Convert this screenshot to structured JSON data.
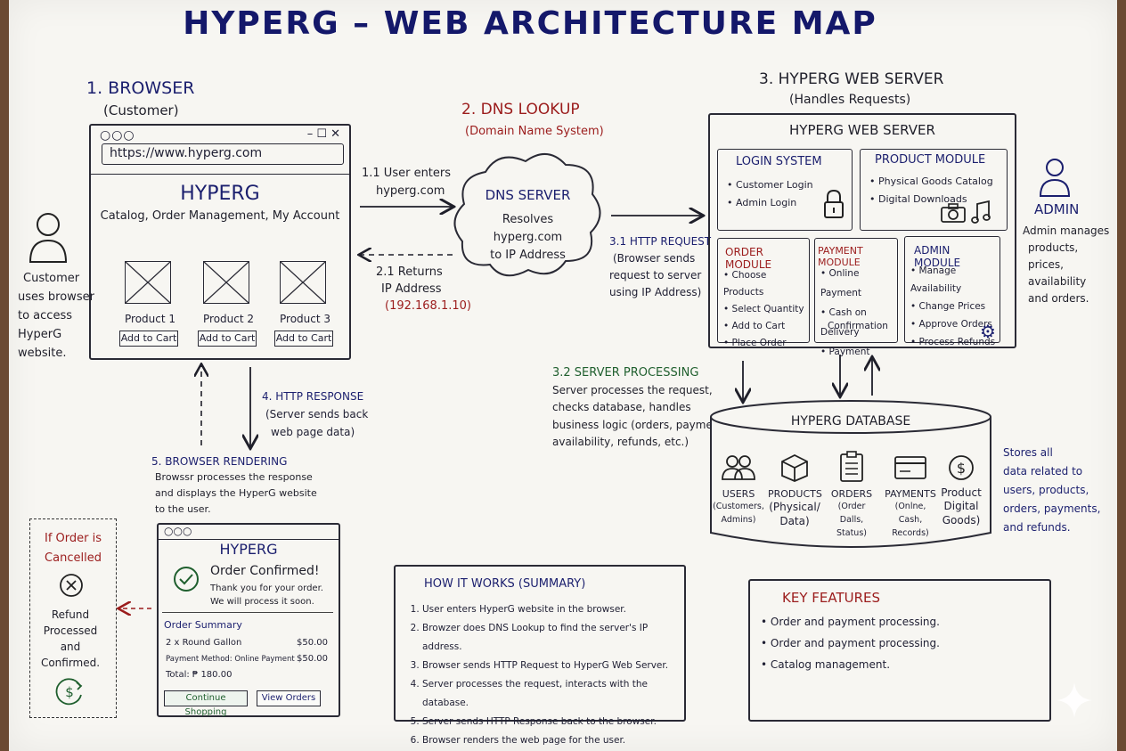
{
  "title": "HYPERG – WEB ARCHITECTURE MAP",
  "browser": {
    "heading": "1. BROWSER",
    "sub": "(Customer)",
    "window_controls": "– ☐ ✕",
    "url": "https://www.hyperg.com",
    "brand": "HYPERG",
    "nav": "Catalog, Order Management, My Account",
    "products": [
      {
        "name": "Product 1",
        "button": "Add to Cart"
      },
      {
        "name": "Product 2",
        "button": "Add to Cart"
      },
      {
        "name": "Product 3",
        "button": "Add to Cart"
      }
    ]
  },
  "customer": {
    "lines": [
      "Customer",
      "uses browser",
      "to access",
      "HyperG",
      "website."
    ]
  },
  "dns": {
    "heading": "2. DNS LOOKUP",
    "sub": "(Domain Name System)",
    "server": "DNS SERVER",
    "lines": [
      "Resolves",
      "hyperg.com",
      "to IP Address"
    ]
  },
  "step_1_1": [
    "1.1 User enters",
    "hyperg.com"
  ],
  "step_2_1": [
    "2.1 Returns",
    "IP Address",
    "(192.168.1.10)"
  ],
  "step_3_1": {
    "head": "3.1 HTTP REQUEST",
    "lines": [
      "(Browser sends",
      "request to server",
      "using IP Address)"
    ]
  },
  "step_4": {
    "head": "4. HTTP RESPONSE",
    "lines": [
      "(Server sends back",
      "web page data)"
    ]
  },
  "step_5": {
    "head": "5. BROWSER RENDERING",
    "lines": [
      "Browssr processes the response",
      "and displays the HyperG website",
      "to the user."
    ]
  },
  "step_3_2": {
    "head": "3.2 SERVER PROCESSING",
    "lines": [
      "Server processes the request,",
      "checks database, handles",
      "business logic (orders, payments,",
      "availability, refunds, etc.)"
    ]
  },
  "server": {
    "heading": "3. HYPERG WEB SERVER",
    "sub": "(Handles Requests)",
    "box_title": "HYPERG WEB SERVER",
    "login": {
      "title": "LOGIN SYSTEM",
      "items": [
        "Customer Login",
        "Admin Login"
      ]
    },
    "product": {
      "title": "PRODUCT MODULE",
      "items": [
        "Physical Goods Catalog",
        "Digital Downloads"
      ]
    },
    "order": {
      "title": "ORDER MODULE",
      "items": [
        "Choose Products",
        "Select Quantity",
        "Add to Cart",
        "Place Order"
      ]
    },
    "payment": {
      "title": "PAYMENT MODULE",
      "items": [
        "Online Payment",
        "Cash on Delivery",
        "Payment"
      ],
      "extra": "Confirmation"
    },
    "admin": {
      "title": "ADMIN MODULE",
      "items": [
        "Manage Availability",
        "Change Prices",
        "Approve Orders",
        "Process Refunds"
      ]
    }
  },
  "admin_side": {
    "label": "ADMIN",
    "lines": [
      "Admin manages",
      "products,",
      "prices,",
      "availability",
      "and orders."
    ]
  },
  "database": {
    "title": "HYPERG DATABASE",
    "tables": [
      {
        "name": "USERS",
        "lines": [
          "(Customers,",
          "Admins)"
        ]
      },
      {
        "name": "PRODUCTS",
        "lines": [
          "(Physical/",
          "Data)"
        ]
      },
      {
        "name": "ORDERS",
        "lines": [
          "(Order Dalls,",
          "Status)"
        ]
      },
      {
        "name": "PAYMENTS",
        "lines": [
          "(Onlne, Cash,",
          "Records)"
        ]
      },
      {
        "name": "Product",
        "lines": [
          "Digital",
          "Goods)"
        ]
      }
    ],
    "note": [
      "Stores all",
      "data related to",
      "users, products,",
      "orders, payments,",
      "and refunds."
    ]
  },
  "cancel": {
    "lines": [
      "If Order is",
      "Cancelled"
    ],
    "result": [
      "Refund",
      "Processed",
      "and",
      "Confirmed."
    ]
  },
  "confirm": {
    "brand": "HYPERG",
    "title": "Order Confirmed!",
    "thanks": [
      "Thank you for your order.",
      "We will process it soon."
    ],
    "summary_title": "Order Summary",
    "items": [
      {
        "label": "2 x Round Gallon",
        "amount": "$50.00"
      },
      {
        "label": "Payment Method: Online Payment",
        "amount": "$50.00"
      },
      {
        "label": "Total: ₱ 180.00",
        "amount": ""
      }
    ],
    "continue": "Continue Shopping",
    "view": "View Orders"
  },
  "how": {
    "title": "HOW IT WORKS (SUMMARY)",
    "steps": [
      "User enters HyperG website in the browser.",
      "Browzer does DNS Lookup to find the server's IP address.",
      "Browser sends HTTP Request to HyperG Web Server.",
      "Server processes the request, interacts with the database.",
      "Server sends HTTP Response back to the browser.",
      "Browser renders the web page for the user."
    ]
  },
  "features": {
    "title": "KEY FEATURES",
    "items": [
      "Order and payment processing.",
      "Order and payment processing.",
      "Catalog management."
    ]
  }
}
